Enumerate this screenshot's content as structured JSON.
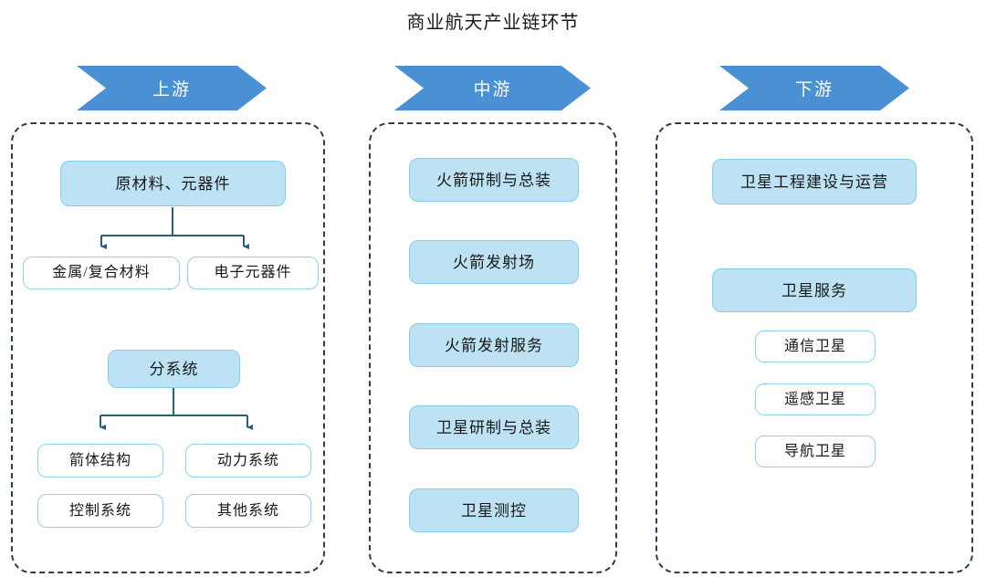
{
  "title": "商业航天产业链环节",
  "colors": {
    "banner": "#4A90D4",
    "panel_border": "#2C3E50",
    "node_fill": "#BDE2F3",
    "node_fill_border": "#86CDEC",
    "node_hollow_border": "#8FD2EF",
    "connector": "#25617F"
  },
  "columns": [
    {
      "banner": "上游",
      "groups": [
        {
          "parent": "原材料、元器件",
          "children": [
            "金属/复合材料",
            "电子元器件"
          ]
        },
        {
          "parent": "分系统",
          "children": [
            "箭体结构",
            "动力系统",
            "控制系统",
            "其他系统"
          ]
        }
      ]
    },
    {
      "banner": "中游",
      "items": [
        "火箭研制与总装",
        "火箭发射场",
        "火箭发射服务",
        "卫星研制与总装",
        "卫星测控"
      ]
    },
    {
      "banner": "下游",
      "items": [
        "卫星工程建设与运营",
        "卫星服务"
      ],
      "sub_items": [
        "通信卫星",
        "遥感卫星",
        "导航卫星"
      ]
    }
  ]
}
